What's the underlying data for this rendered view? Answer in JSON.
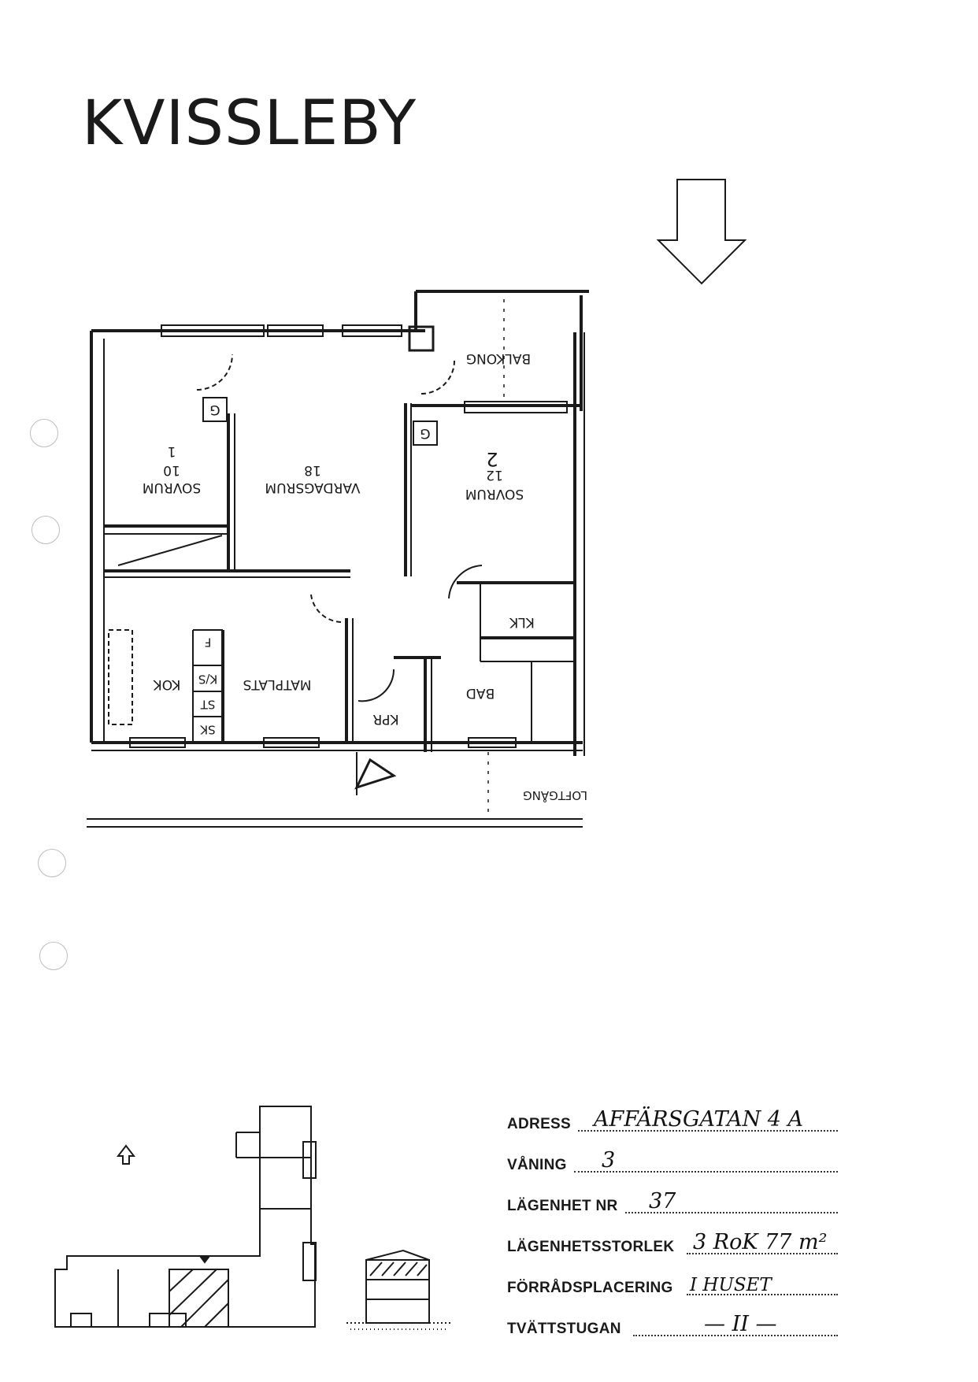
{
  "title": "KVISSLEBY",
  "rooms": [
    {
      "id": "sovrum1",
      "name": "SOVRUM",
      "area": "10",
      "number": "1"
    },
    {
      "id": "vardagsrum",
      "name": "VARDAGSRUM",
      "area": "18"
    },
    {
      "id": "sovrum2",
      "name": "SOVRUM",
      "area": "12",
      "number": "2"
    },
    {
      "id": "balkong",
      "name": "BALKONG"
    },
    {
      "id": "kok",
      "name": "KOK"
    },
    {
      "id": "matplats",
      "name": "MATPLATS"
    },
    {
      "id": "klk",
      "name": "KLK"
    },
    {
      "id": "bad",
      "name": "BAD"
    },
    {
      "id": "kpr",
      "name": "KPR"
    },
    {
      "id": "loftgang",
      "name": "LOFTGÅNG"
    }
  ],
  "closet_labels": {
    "g": "G",
    "f": "F",
    "ks": "K/S",
    "st": "ST",
    "sk": "SK"
  },
  "info": {
    "adress": {
      "label": "ADRESS",
      "value": "AFFÄRSGATAN 4 A"
    },
    "vaning": {
      "label": "VÅNING",
      "value": "3"
    },
    "lagenhet_nr": {
      "label": "LÄGENHET NR",
      "value": "37"
    },
    "lagenhetsstorlek": {
      "label": "LÄGENHETSSTORLEK",
      "value": "3 RoK 77 m²"
    },
    "forradsplacering": {
      "label": "FÖRRÅDSPLACERING",
      "value": "I HUSET"
    },
    "tvattstugan": {
      "label": "TVÄTTSTUGAN",
      "value": "— II —"
    }
  },
  "colors": {
    "ink": "#1a1a1a",
    "hole": "#bdbdbd"
  }
}
